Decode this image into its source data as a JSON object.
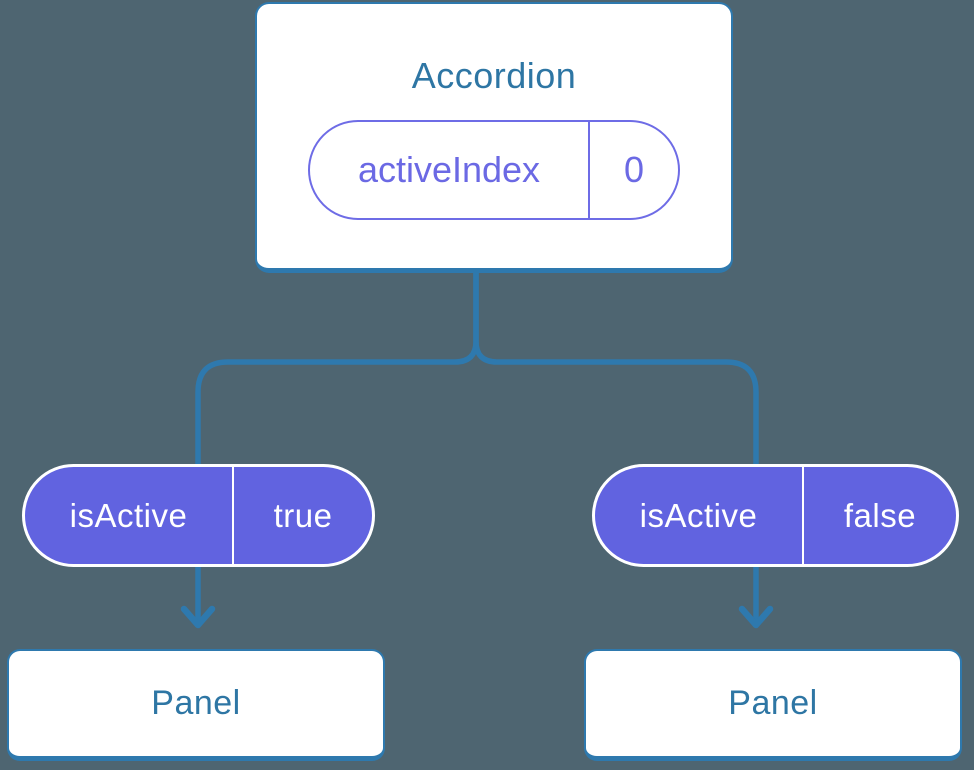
{
  "diagram": {
    "background_color": "#4e6571",
    "colors": {
      "connector": "#2e79ae",
      "card_border": "#2e79ae",
      "card_background": "#ffffff",
      "heading_text": "#2e76a4",
      "panel_text": "#2e76a4",
      "state_pill_background": "#6163e0",
      "state_pill_border": "#ffffff",
      "state_pill_text": "#ffffff",
      "prop_pill_border": "#6e6ce6",
      "prop_pill_text": "#6b69e4"
    },
    "root_card": {
      "title": "Accordion",
      "prop_pill": {
        "label": "activeIndex",
        "value": "0"
      }
    },
    "state_pills": [
      {
        "label": "isActive",
        "value": "true"
      },
      {
        "label": "isActive",
        "value": "false"
      }
    ],
    "panels": [
      {
        "label": "Panel"
      },
      {
        "label": "Panel"
      }
    ]
  }
}
